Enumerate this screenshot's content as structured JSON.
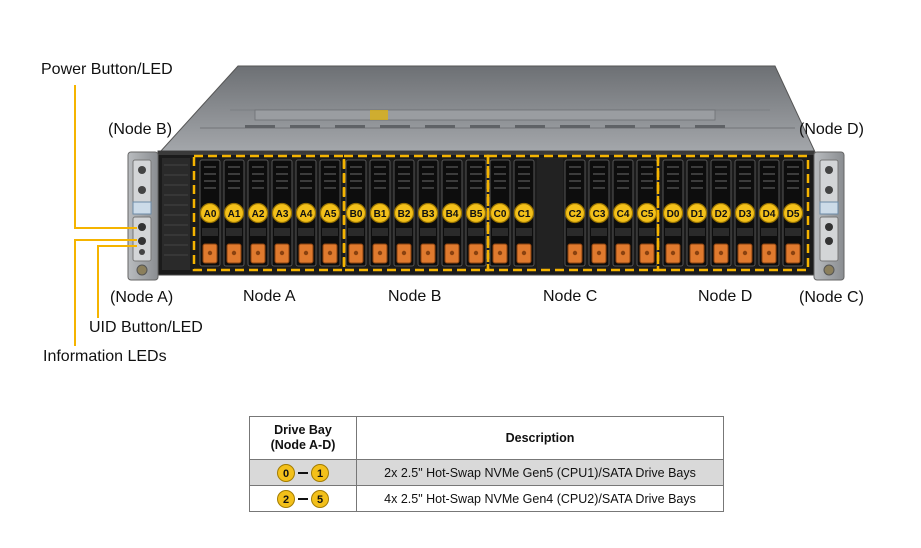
{
  "callouts": {
    "power_button_led": "Power Button/LED",
    "uid_button_led": "UID Button/LED",
    "information_leds": "Information  LEDs",
    "node_b_top_left": "(Node B)",
    "node_a_bottom_left": "(Node A)",
    "node_d_top_right": "(Node D)",
    "node_c_bottom_right": "(Node C)"
  },
  "nodes": [
    {
      "label": "Node A",
      "bays": [
        "A0",
        "A1",
        "A2",
        "A3",
        "A4",
        "A5"
      ]
    },
    {
      "label": "Node B",
      "bays": [
        "B0",
        "B1",
        "B2",
        "B3",
        "B4",
        "B5"
      ]
    },
    {
      "label": "Node C",
      "bays": [
        "C0",
        "C1",
        "C2",
        "C3",
        "C4",
        "C5"
      ]
    },
    {
      "label": "Node D",
      "bays": [
        "D0",
        "D1",
        "D2",
        "D3",
        "D4",
        "D5"
      ]
    }
  ],
  "legend": {
    "header_bay": "Drive Bay\n(Node A-D)",
    "header_description": "Description",
    "rows": [
      {
        "from": "0",
        "to": "1",
        "description": "2x 2.5\" Hot-Swap NVMe Gen5 (CPU1)/SATA  Drive  Bays"
      },
      {
        "from": "2",
        "to": "5",
        "description": "4x 2.5\" Hot-Swap NVMe Gen4 (CPU2)/SATA  Drive  Bays"
      }
    ]
  },
  "colors": {
    "badge_fill": "#f3c01a",
    "callout_line": "#f5b400",
    "dashed_outline": "#f5b400",
    "drive_tab": "#e07a2e",
    "chassis_dark": "#1a1a1a",
    "chassis_top": "#8f9296"
  }
}
